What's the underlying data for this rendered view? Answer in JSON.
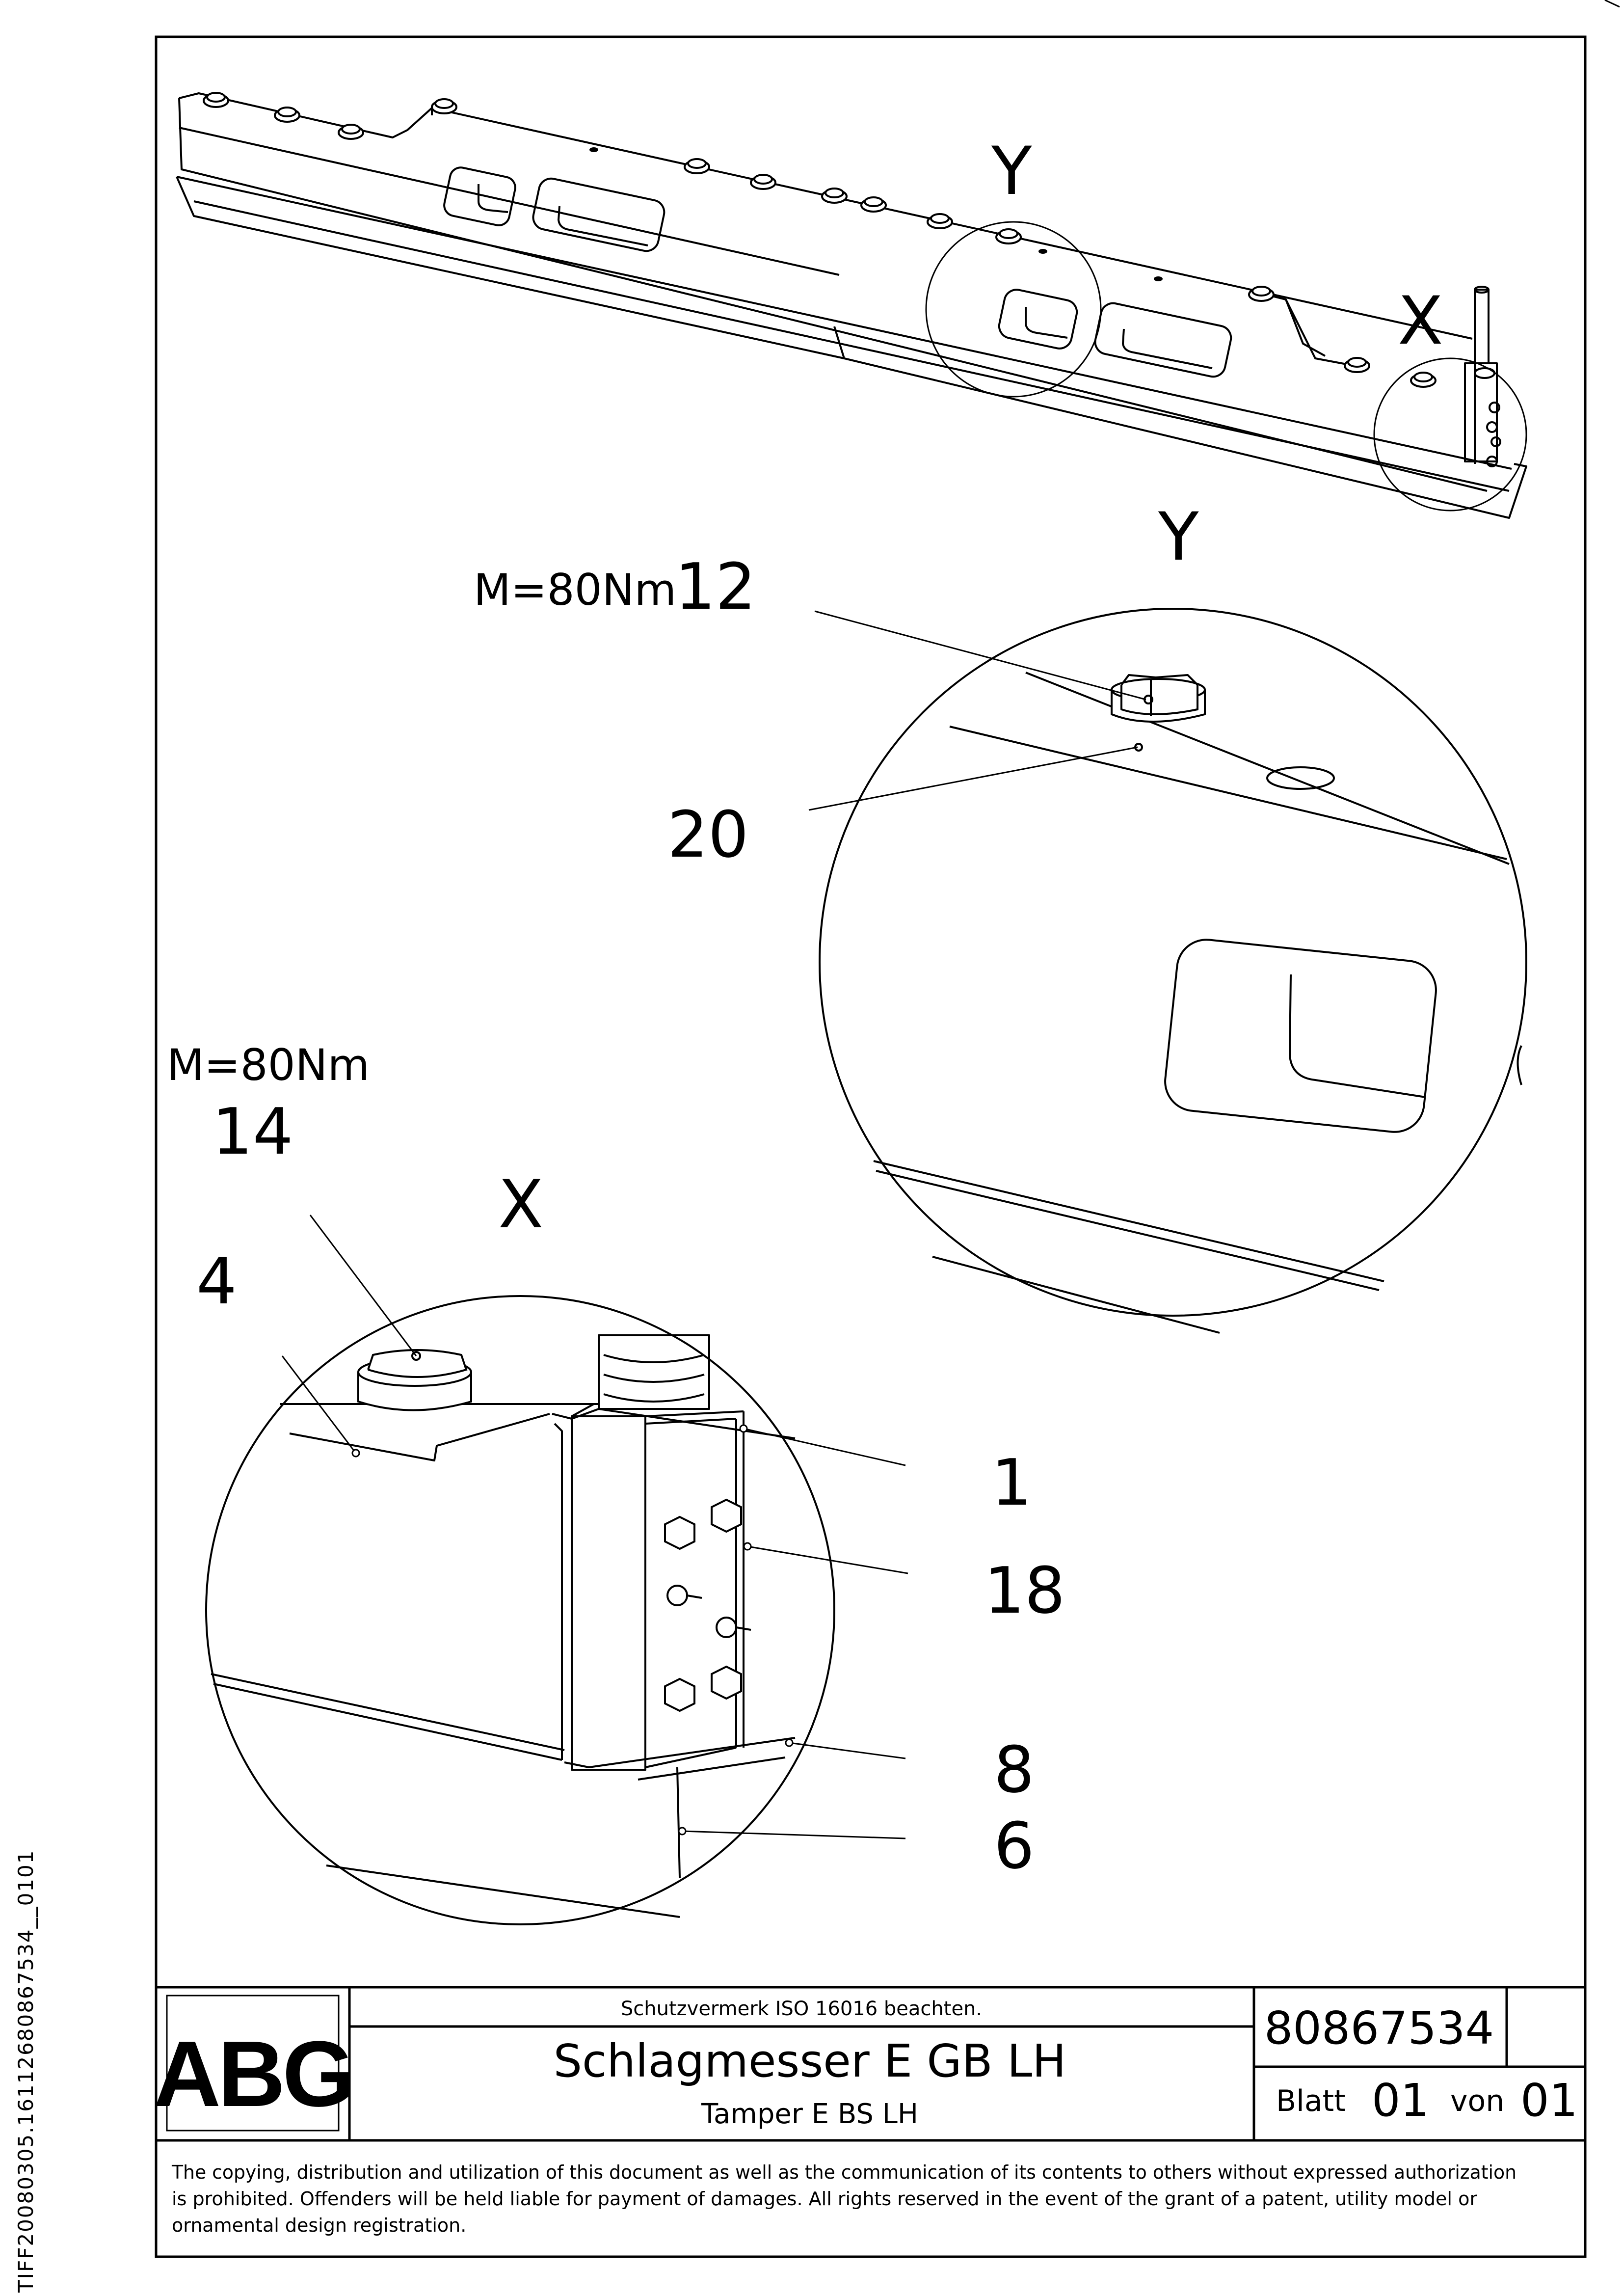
{
  "drawing": {
    "view_labels": {
      "y_overview": "Y",
      "x_overview": "X",
      "y_detail": "Y",
      "x_detail": "X"
    },
    "callouts": {
      "torque_12": "M=80Nm",
      "part_12": "12",
      "part_20": "20",
      "torque_14": "M=80Nm",
      "part_14": "14",
      "part_4": "4",
      "part_1": "1",
      "part_18": "18",
      "part_8": "8",
      "part_6": "6"
    }
  },
  "title_block": {
    "logo": "ABG",
    "protection_note": "Schutzvermerk ISO 16016 beachten.",
    "title": "Schlagmesser E GB LH",
    "subtitle": "Tamper E BS LH",
    "drawing_number": "80867534",
    "sheet_label": "Blatt",
    "sheet_number": "01",
    "of_label": "von",
    "sheet_total": "01",
    "copyright": [
      "The copying, distribution and utilization of this document as well as the communication of its contents to others without expressed authorization",
      "is prohibited. Offenders will be held liable for payment of damages. All rights reserved in the event of the grant of a patent, utility model or",
      "ornamental design registration."
    ]
  },
  "side_text": "TIFF20080305.16112680867534__0101"
}
